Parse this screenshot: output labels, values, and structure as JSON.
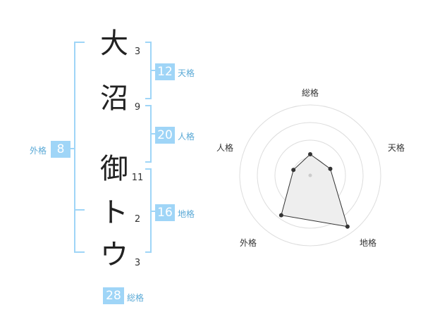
{
  "name_chars": [
    {
      "char": "大",
      "strokes": "3"
    },
    {
      "char": "沼",
      "strokes": "9"
    },
    {
      "char": "御",
      "strokes": "11"
    },
    {
      "char": "ト",
      "strokes": "2"
    },
    {
      "char": "ウ",
      "strokes": "3"
    }
  ],
  "kaku": {
    "tenkaku": {
      "value": "12",
      "label": "天格"
    },
    "jinkaku": {
      "value": "20",
      "label": "人格"
    },
    "chikaku": {
      "value": "16",
      "label": "地格"
    },
    "gaikaku": {
      "value": "8",
      "label": "外格"
    },
    "soukaku": {
      "value": "28",
      "label": "総格"
    }
  },
  "colors": {
    "bracket": "#9fd5f7",
    "badge": "#9fd5f7",
    "label": "#5aa9d6",
    "ring": "#dddddd",
    "fill": "#eeeeee"
  },
  "chart_data": {
    "type": "radar",
    "axes": [
      "総格",
      "天格",
      "地格",
      "外格",
      "人格"
    ],
    "values": [
      0.3,
      0.3,
      0.9,
      0.7,
      0.25
    ],
    "rings": 4
  }
}
